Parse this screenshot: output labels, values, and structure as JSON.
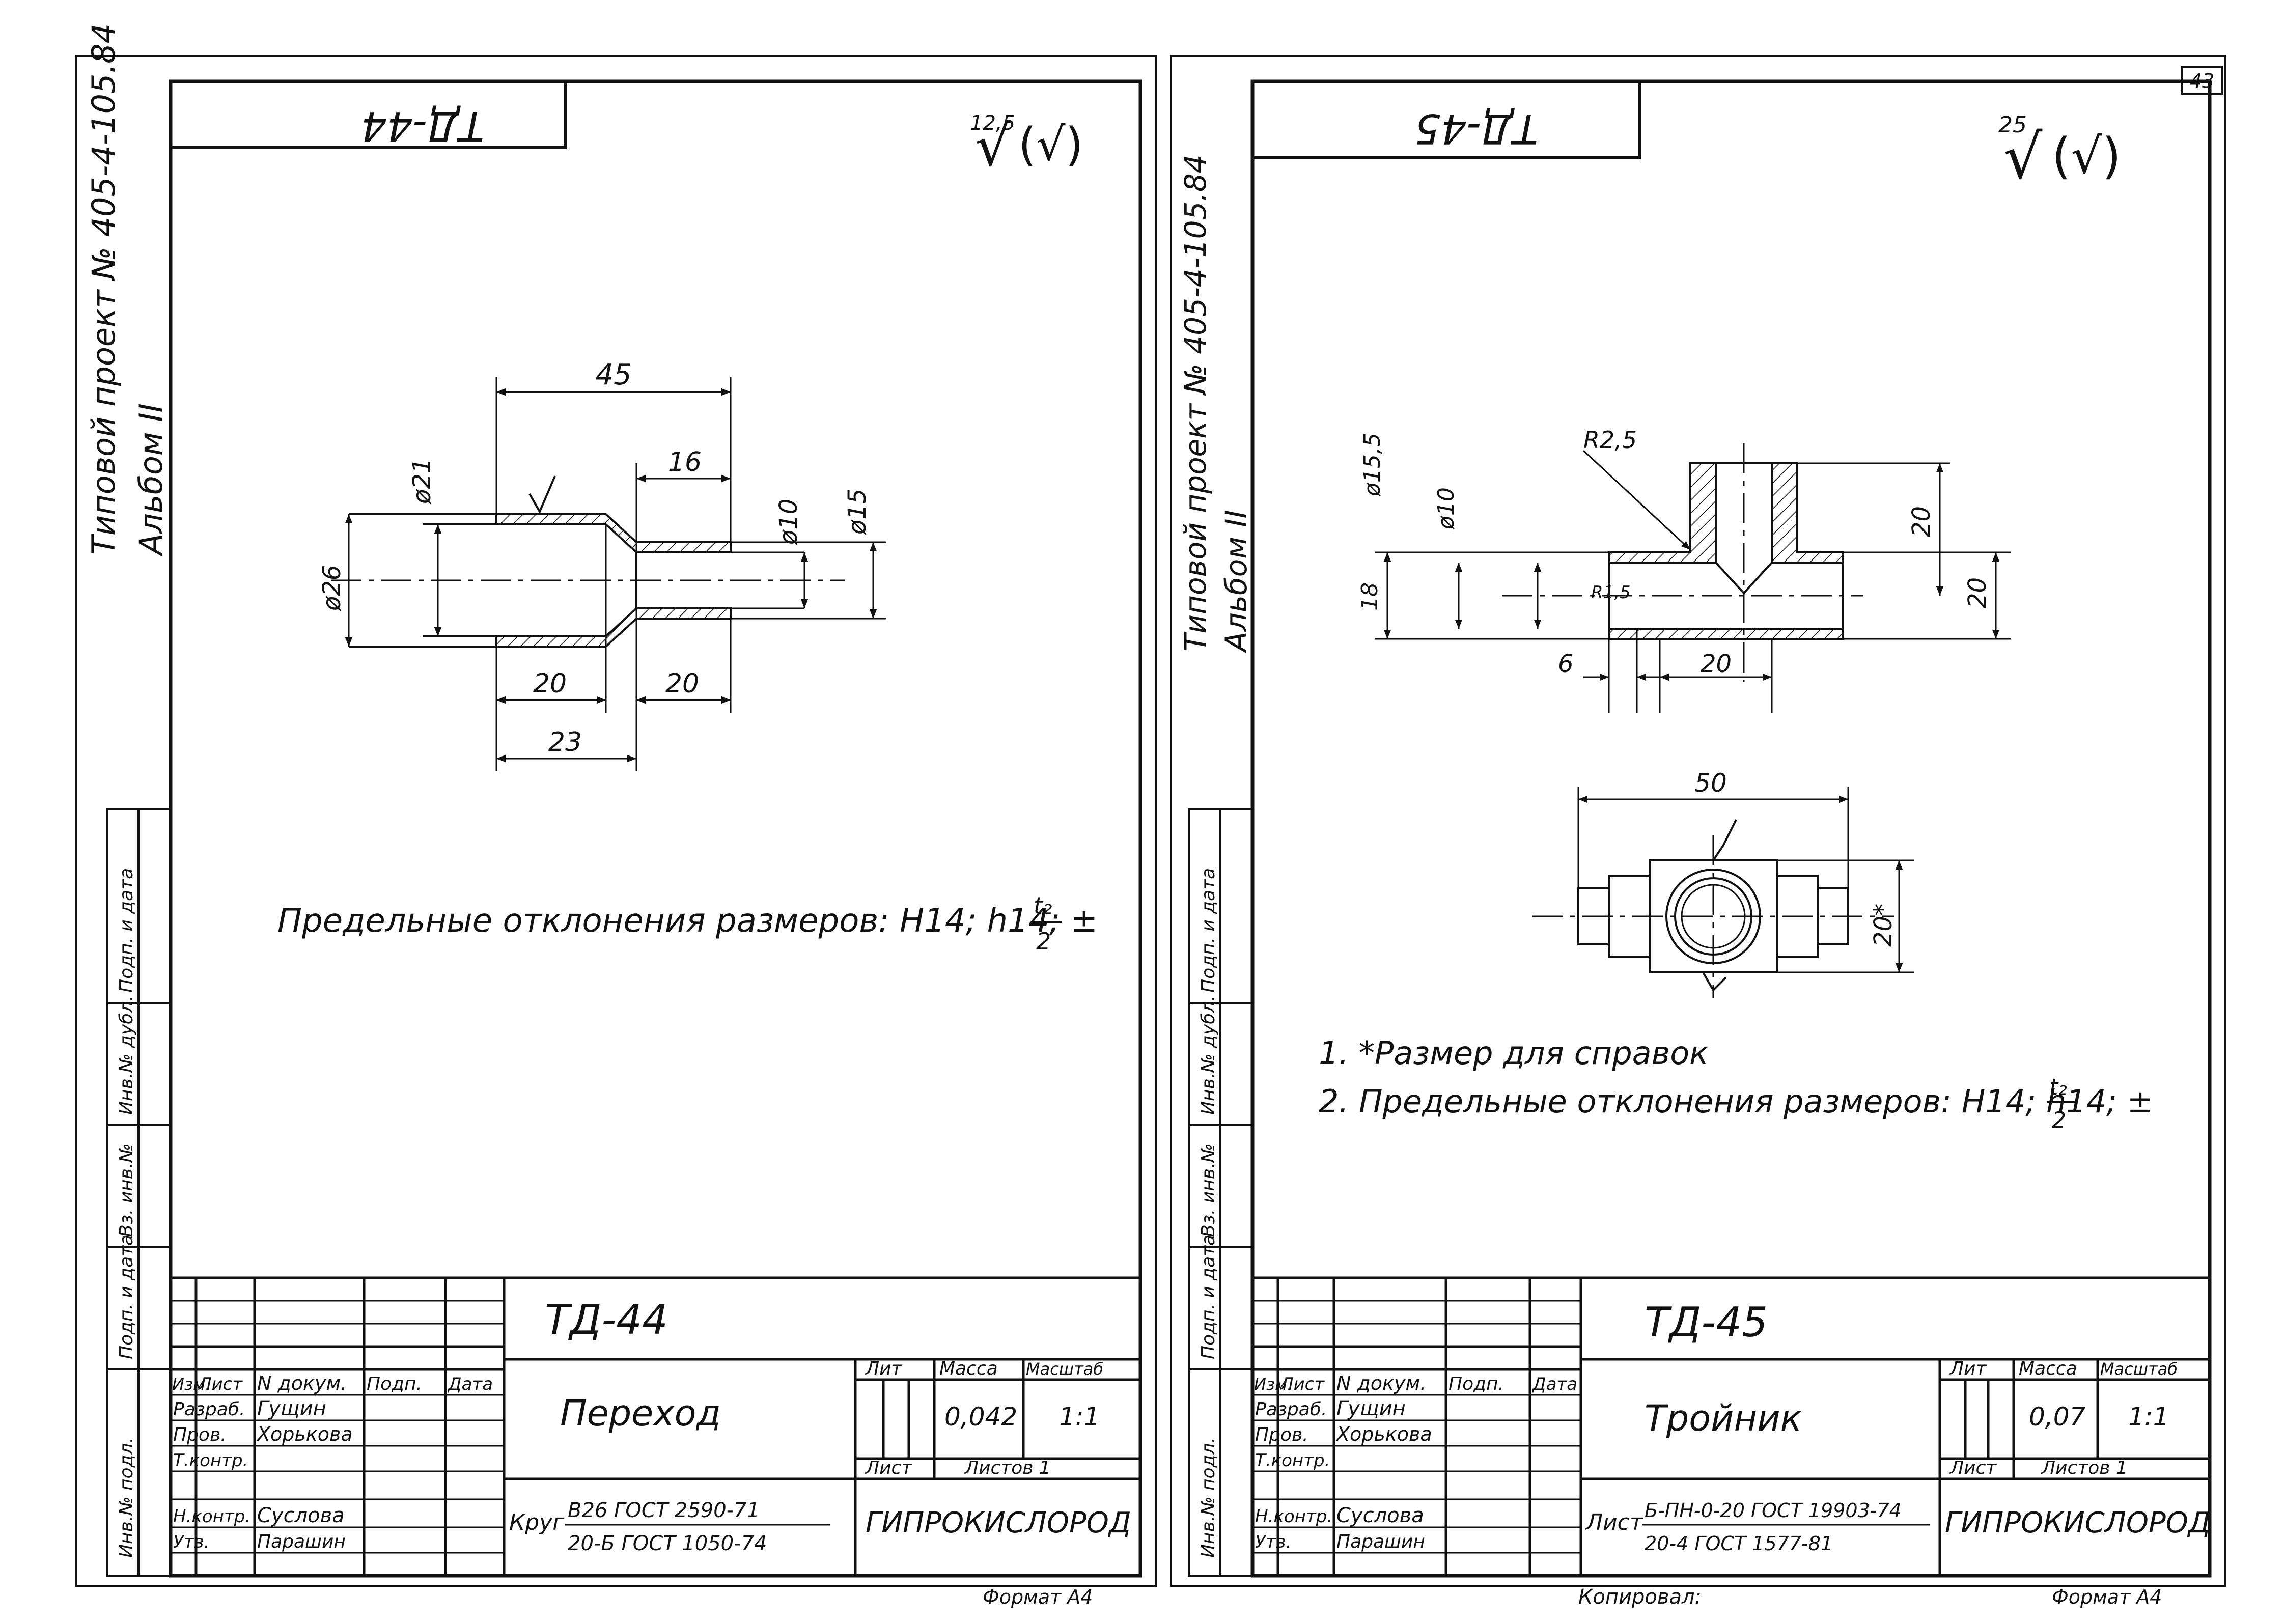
{
  "page_number": "43",
  "left": {
    "project": "Типовой проект № 405-4-105.84",
    "album": "Альбом II",
    "stamp": "ТД-44",
    "roughness": {
      "value": "12,5",
      "symbol": "√",
      "paren": "(√)"
    },
    "dims": {
      "d45": "45",
      "d16": "16",
      "phi21": "ø21",
      "phi26": "ø26",
      "phi10": "ø10",
      "phi15": "ø15",
      "d20a": "20",
      "d20b": "20",
      "d23": "23"
    },
    "note": "Предельные отклонения размеров: H14; h14; ±",
    "note_frac_num": "t₂",
    "note_frac_den": "2",
    "side_cols": [
      "Инв.№ подл.",
      "Подп. и дата",
      "Вз. инв.№",
      "Инв.№ дубл.",
      "Подп. и дата"
    ],
    "tb": {
      "code": "ТД-44",
      "name": "Переход",
      "h_izm": "Изм.",
      "h_list": "Лист",
      "h_doc": "N докум.",
      "h_podp": "Подп.",
      "h_date": "Дата",
      "r_razrab": "Разраб.",
      "n_razrab": "Гущин",
      "r_prov": "Пров.",
      "n_prov": "Хорькова",
      "r_tk": "Т.контр.",
      "r_nk": "Н.контр.",
      "n_nk": "Суслова",
      "r_utv": "Утв.",
      "n_utv": "Парашин",
      "lit": "Лит",
      "mass_h": "Масса",
      "scale_h": "Масштаб",
      "mass": "0,042",
      "scale": "1:1",
      "list": "Лист",
      "listov": "Листов 1",
      "material_label": "Круг",
      "material_top": "В26 ГОСТ 2590-71",
      "material_bottom": "20-Б ГОСТ 1050-74",
      "org": "ГИПРОКИСЛОРОД"
    },
    "format": "Формат А4"
  },
  "right": {
    "project": "Типовой проект № 405-4-105.84",
    "album": "Альбом II",
    "stamp": "ТД-45",
    "roughness": {
      "value": "25",
      "symbol": "√",
      "paren": "(√)"
    },
    "dims": {
      "r25": "R2,5",
      "phi155": "ø15,5",
      "phi10": "ø10",
      "d18": "18",
      "d20v": "20",
      "d20r": "20",
      "r15": "R1,5",
      "d6": "6",
      "d20b": "20",
      "d50": "50",
      "d20s": "20*"
    },
    "notes": [
      "1. *Размер для справок",
      "2. Предельные отклонения размеров: H14; h14; ±"
    ],
    "note_frac_num": "t₂",
    "note_frac_den": "2",
    "side_cols": [
      "Инв.№ подл.",
      "Подп. и дата",
      "Вз. инв.№",
      "Инв.№ дубл.",
      "Подп. и дата"
    ],
    "tb": {
      "code": "ТД-45",
      "name": "Тройник",
      "h_izm": "Изм.",
      "h_list": "Лист",
      "h_doc": "N докум.",
      "h_podp": "Подп.",
      "h_date": "Дата",
      "r_razrab": "Разраб.",
      "n_razrab": "Гущин",
      "r_prov": "Пров.",
      "n_prov": "Хорькова",
      "r_tk": "Т.контр.",
      "r_nk": "Н.контр.",
      "n_nk": "Суслова",
      "r_utv": "Утв.",
      "n_utv": "Парашин",
      "lit": "Лит",
      "mass_h": "Масса",
      "scale_h": "Масштаб",
      "mass": "0,07",
      "scale": "1:1",
      "list": "Лист",
      "listov": "Листов 1",
      "material_label": "Лист",
      "material_top": "Б-ПН-0-20 ГОСТ 19903-74",
      "material_bottom": "20-4 ГОСТ 1577-81",
      "org": "ГИПРОКИСЛОРОД"
    },
    "copied": "Копировал:",
    "format": "Формат А4"
  }
}
